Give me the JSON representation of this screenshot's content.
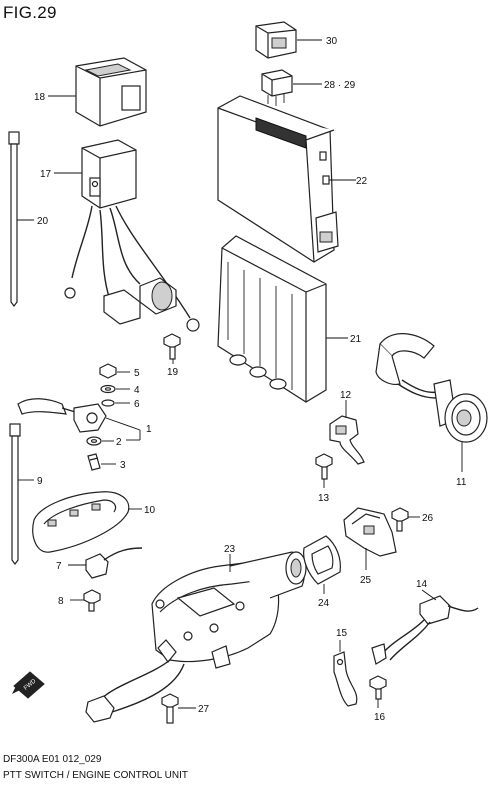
{
  "figure": {
    "title": "FIG.29",
    "code": "DF300A E01 012_029",
    "caption": "PTT SWITCH / ENGINE CONTROL UNIT"
  },
  "callouts": {
    "c1": "1",
    "c2": "2",
    "c3": "3",
    "c4": "4",
    "c5": "5",
    "c6": "6",
    "c7": "7",
    "c8": "8",
    "c9": "9",
    "c10": "10",
    "c11": "11",
    "c12": "12",
    "c13": "13",
    "c14": "14",
    "c15": "15",
    "c16": "16",
    "c17": "17",
    "c18": "18",
    "c19": "19",
    "c20": "20",
    "c21": "21",
    "c22": "22",
    "c23": "23",
    "c24": "24",
    "c25": "25",
    "c26": "26",
    "c27": "27",
    "c28": "28 · 29",
    "c30": "30"
  },
  "direction_badge": "FWD"
}
